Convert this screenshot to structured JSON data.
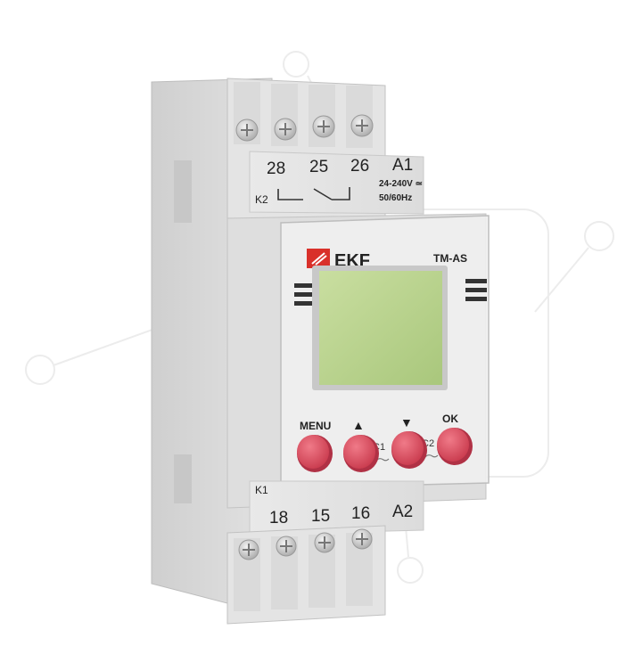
{
  "product": {
    "brand": "EKF",
    "model": "TM-AS",
    "top_terminals": [
      "28",
      "25",
      "26",
      "A1"
    ],
    "bottom_terminals": [
      "18",
      "15",
      "16",
      "A2"
    ],
    "relay_top_label": "K2",
    "relay_bottom_label": "K1",
    "voltage_line1": "24-240V ≃",
    "voltage_line2": "50/60Hz",
    "buttons": [
      {
        "label": "MENU",
        "color": "#d9485c"
      },
      {
        "label": "▲",
        "color": "#d9485c"
      },
      {
        "label": "▼",
        "color": "#d9485c"
      },
      {
        "label": "OK",
        "color": "#d9485c"
      }
    ],
    "channel_labels": [
      "C1",
      "C2"
    ],
    "lcd_color": "#b7d28c",
    "logo_color": "#d9302a",
    "housing_color": "#e6e6e6",
    "icons": [
      "screw-icon",
      "hand-icon",
      "ekf-logo-icon"
    ]
  }
}
